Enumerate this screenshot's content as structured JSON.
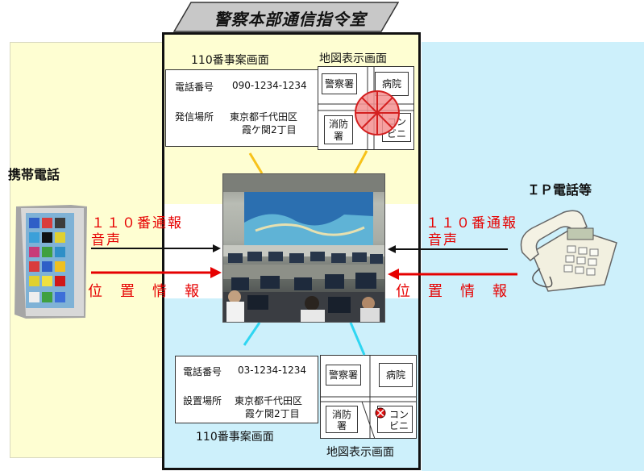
{
  "hq_title": "警察本部通信指令室",
  "mobile_label": "携帯電話",
  "ip_label": "ＩＰ電話等",
  "top": {
    "case_screen": "110番事案画面",
    "map_screen": "地図表示画面",
    "phone_label": "電話番号",
    "phone_value": "090-1234-1234",
    "location_label": "発信場所",
    "location_line1": "東京都千代田区",
    "location_line2": "霞ケ関2丁目",
    "map_boxes": {
      "police": "警察署",
      "hospital": "病院",
      "fire_1": "消防",
      "fire_2": "署",
      "conv_1": "コン",
      "conv_2": "ビニ"
    }
  },
  "bottom": {
    "case_screen": "110番事案画面",
    "map_screen": "地図表示画面",
    "phone_label": "電話番号",
    "phone_value": "03-1234-1234",
    "location_label": "設置場所",
    "location_line1": "東京都千代田区",
    "location_line2": "霞ケ関2丁目",
    "map_boxes": {
      "police": "警察署",
      "hospital": "病院",
      "fire_1": "消防",
      "fire_2": "署",
      "conv_1": "コン",
      "conv_2": "ビニ"
    }
  },
  "left_flow": {
    "call": "１１０番通報",
    "voice": "音声",
    "location": "位置情報"
  },
  "right_flow": {
    "call": "１１０番通報",
    "voice": "音声",
    "location": "位置情報"
  },
  "colors": {
    "yellow_zone": "#fefed2",
    "blue_zone": "#cdf0fb",
    "red": "#e60000",
    "yellow_line": "#f7c21a",
    "cyan_line": "#2fd6f2"
  }
}
